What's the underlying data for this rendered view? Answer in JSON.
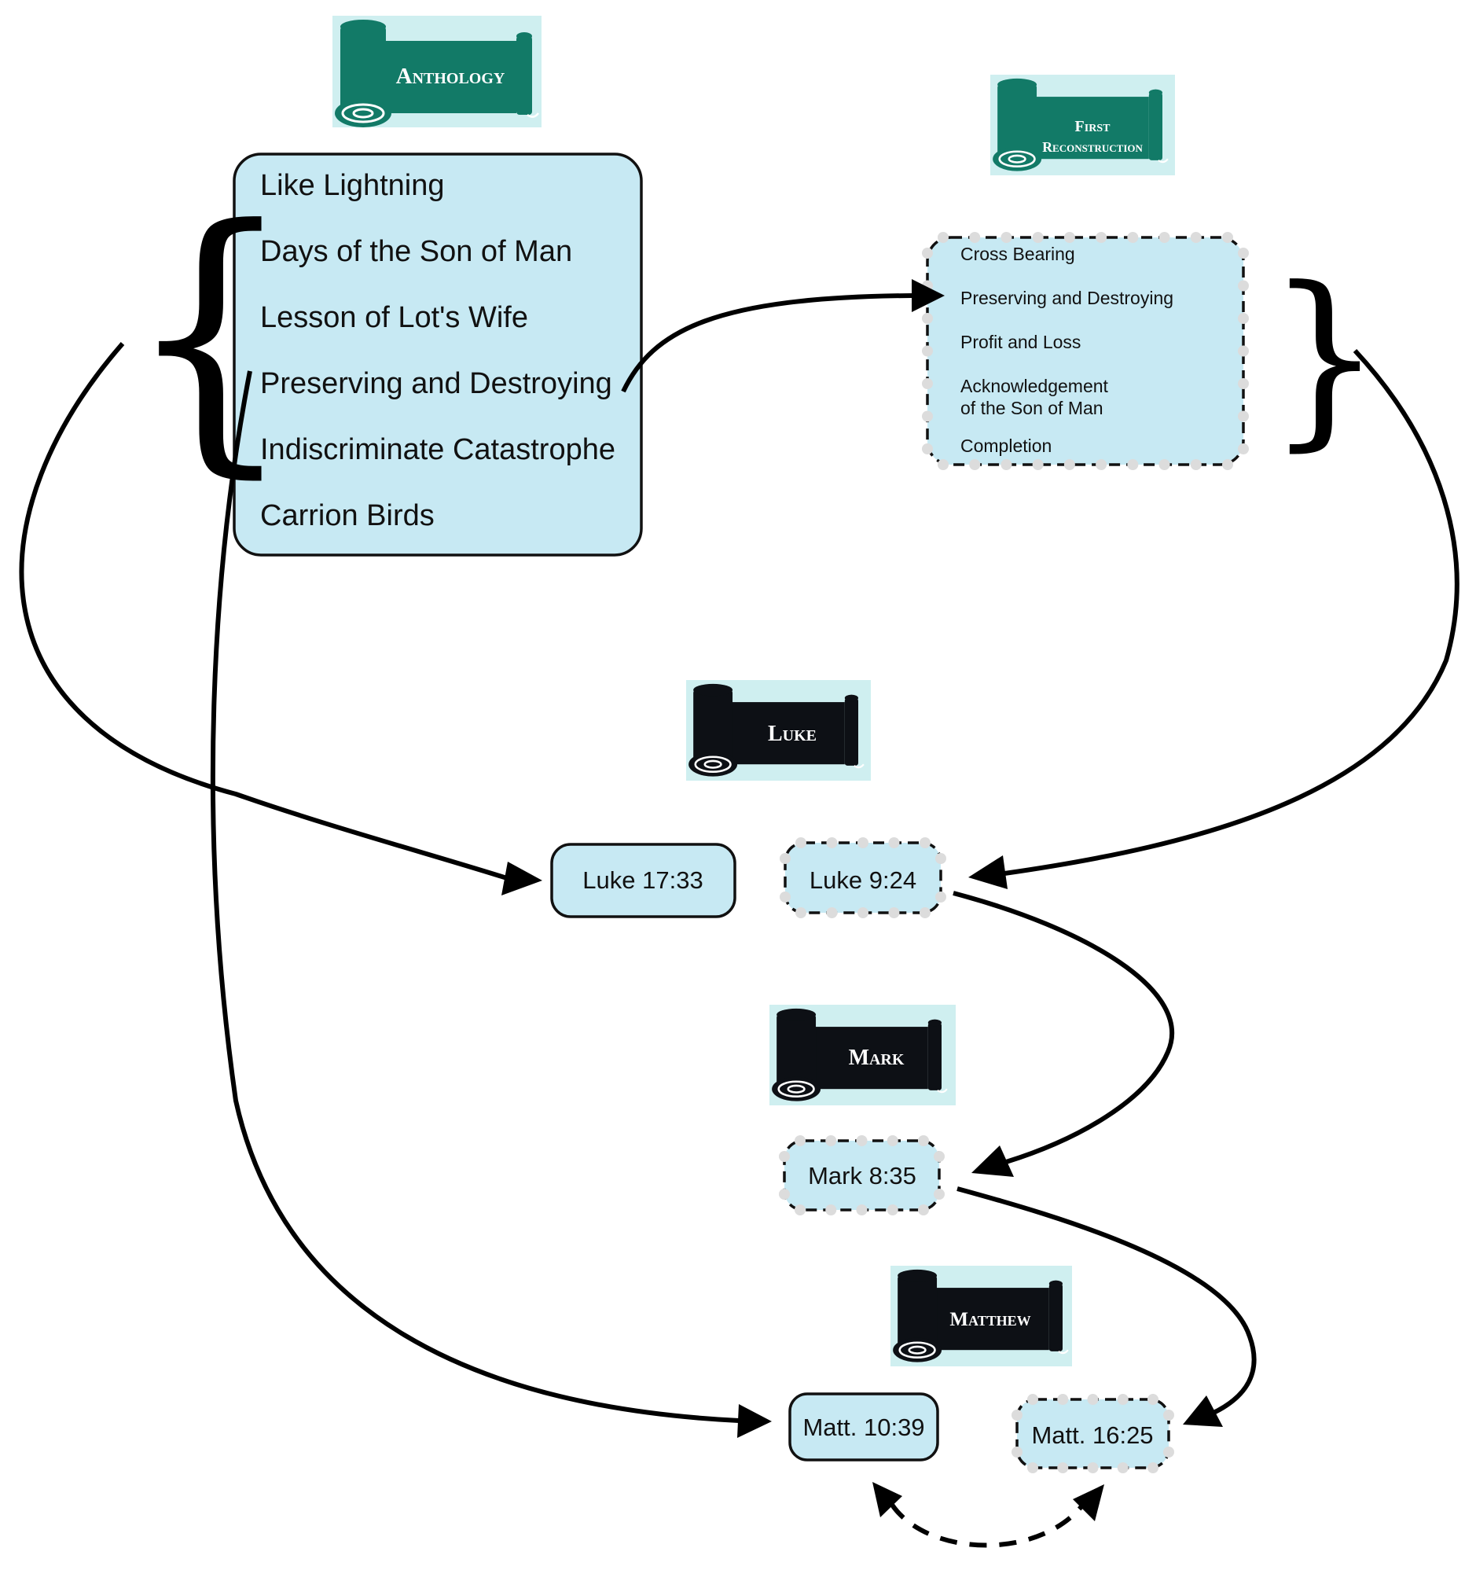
{
  "scrolls": {
    "anthology": "Anthology",
    "first_reconstruction_line1": "First",
    "first_reconstruction_line2": "Reconstruction",
    "luke": "Luke",
    "mark": "Mark",
    "matthew": "Matthew"
  },
  "anthology_items": [
    "Like Lightning",
    "Days of the Son of Man",
    "Lesson of Lot's Wife",
    "Preserving and Destroying",
    "Indiscriminate Catastrophe",
    "Carrion Birds"
  ],
  "reconstruction_items": [
    "Cross Bearing",
    "Preserving and Destroying",
    "Profit and Loss",
    "Acknowledgement",
    "of the Son of Man",
    "Completion"
  ],
  "references": {
    "luke_17_33": "Luke 17:33",
    "luke_9_24": "Luke 9:24",
    "mark_8_35": "Mark 8:35",
    "matt_10_39": "Matt. 10:39",
    "matt_16_25": "Matt. 16:25"
  },
  "colors": {
    "anthology_scroll": "#127a67",
    "gospel_scroll": "#0d1015",
    "box_fill": "#c7e9f3",
    "scroll_background": "#cfeff0"
  },
  "icons": {
    "anthology": "scroll-icon",
    "first_reconstruction": "scroll-icon",
    "gospels": "scroll-icon"
  }
}
